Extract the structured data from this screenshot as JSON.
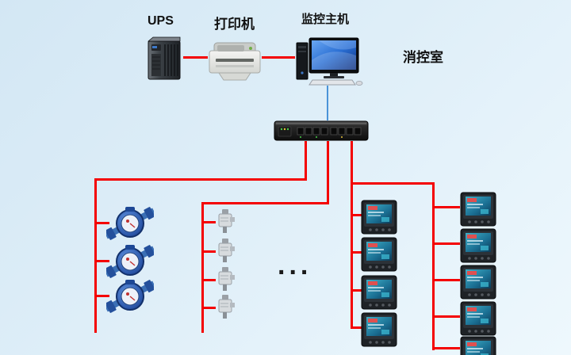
{
  "labels": {
    "ups": "UPS",
    "printer": "打印机",
    "host": "监控主机",
    "room": "消控室",
    "ellipsis": "..."
  },
  "colors": {
    "background_top": "#d3e7f4",
    "background_bottom": "#eef8fd",
    "wire_red": "#f40000",
    "wire_blue": "#4a93d8",
    "monitor_screen_blue": "#2a6fd4",
    "meter_screen_teal": "#2a8fae"
  },
  "topology": {
    "water_meters": 3,
    "small_sensors": 4,
    "power_meters_left_column": 4,
    "power_meters_right_column": 5
  }
}
